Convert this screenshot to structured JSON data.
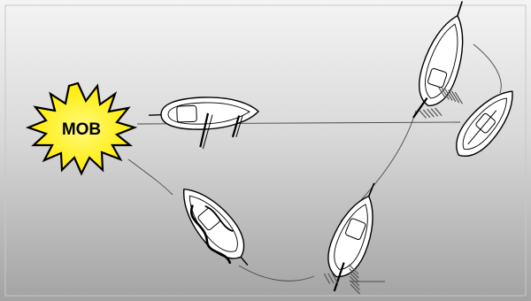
{
  "diagram": {
    "label": "MOB",
    "colors": {
      "sea_light": "#f2f2f2",
      "sea_dark": "#9c9c9c",
      "starburst": "#fff200",
      "outline": "#000000",
      "hull": "#ffffff",
      "wake_track": "#555555"
    },
    "elements": [
      "starburst-marker",
      "boat-1-beam-reach",
      "boat-2-close-hauled",
      "boat-3-tacking",
      "boat-4-broad-reach",
      "boat-5-approach"
    ]
  }
}
